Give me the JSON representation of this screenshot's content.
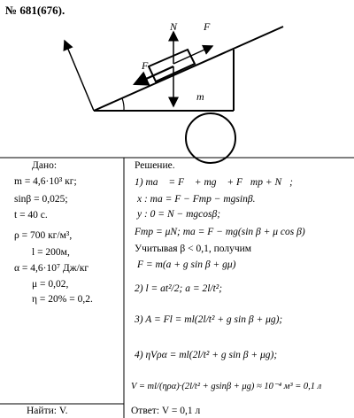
{
  "problem_number": "№ 681(676).",
  "figure": {
    "labels": {
      "N": "N",
      "F_top": "F",
      "F_left": "F",
      "m": "m"
    }
  },
  "given": {
    "header": "Дано:",
    "lines": [
      "m = 4,6·10³  кг;",
      "sinβ = 0,025;",
      "t = 40 с.",
      "ρ = 700  кг/м³,",
      "l = 200м,",
      "α = 4,6·10⁷  Дж/кг",
      "μ = 0,02,",
      "η = 20% = 0,2."
    ],
    "find": "Найти: V."
  },
  "solution": {
    "header": "Решение.",
    "lines": [
      "1)  ma⃗ = F⃗ + mg⃗ + F⃗тр + N⃗;",
      "x :   ma = F − Fтр − mgsinβ.",
      "y :   0 = N − mgcosβ;",
      "Fтр = μN;  ma = F − mg(sin β + μ cos β)",
      "Учитывая  β < 0,1,  получим",
      "F = m(a + g sin β + gμ)",
      "2)  l = at²/2;   a = 2l/t²;",
      "3)  A = Fl = ml(2l/t² + g sin β + μg);",
      "4)  ηVρα = ml(2l/t² + g sin β + μg);",
      "V = ml/(ηρα)·(2l/t² + gsinβ + μg) ≈  10⁻⁴ м³ = 0,1 л"
    ],
    "answer": "Ответ: V = 0,1 л"
  }
}
